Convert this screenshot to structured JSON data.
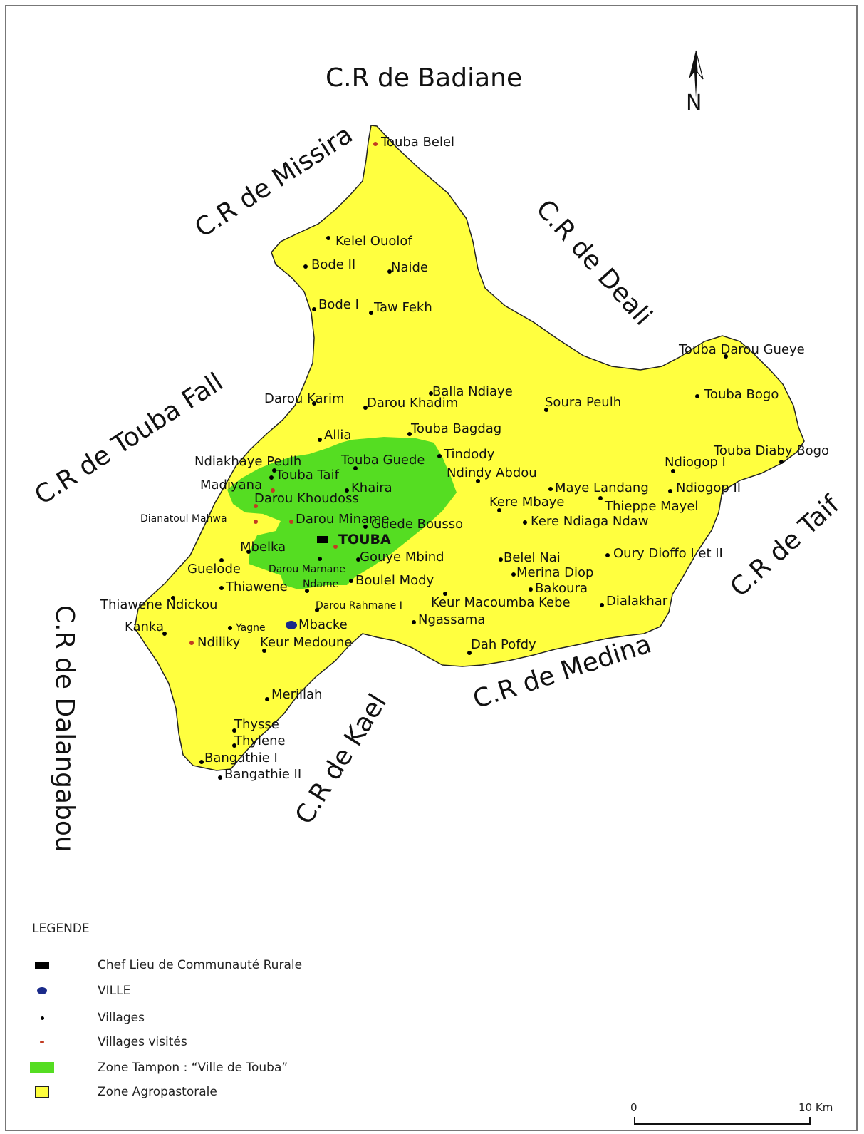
{
  "colors": {
    "agro": "#FFFF3F",
    "buffer": "#55DD22",
    "village_dot": "#000000",
    "visited_dot": "#C23B22",
    "city": "#1A2A8A",
    "chef_lieu": "#000000"
  },
  "neighbors": [
    {
      "id": "badiane",
      "label": "C.R de Badiane"
    },
    {
      "id": "missira",
      "label": "C.R de Missira"
    },
    {
      "id": "deali",
      "label": "C.R de Deali"
    },
    {
      "id": "touba-fall",
      "label": "C.R de Touba Fall"
    },
    {
      "id": "taif",
      "label": "C.R de Taif"
    },
    {
      "id": "dalangabou",
      "label": "C.R de Dalangabou"
    },
    {
      "id": "medina",
      "label": "C.R de Medina"
    },
    {
      "id": "kael",
      "label": "C.R de Kael"
    }
  ],
  "north_label": "N",
  "places": [
    {
      "label": "Touba Belel",
      "type": "visited"
    },
    {
      "label": "Kelel Ouolof",
      "type": "village"
    },
    {
      "label": "Bode II",
      "type": "village"
    },
    {
      "label": "Naide",
      "type": "village"
    },
    {
      "label": "Bode I",
      "type": "village"
    },
    {
      "label": "Taw Fekh",
      "type": "village"
    },
    {
      "label": "Touba Darou Gueye",
      "type": "village"
    },
    {
      "label": "Balla Ndiaye",
      "type": "village"
    },
    {
      "label": "Darou Karim",
      "type": "village"
    },
    {
      "label": "Darou Khadim",
      "type": "village"
    },
    {
      "label": "Soura Peulh",
      "type": "village"
    },
    {
      "label": "Touba Bogo",
      "type": "village"
    },
    {
      "label": "Touba Bagdag",
      "type": "village"
    },
    {
      "label": "Allia",
      "type": "village"
    },
    {
      "label": "Touba Diaby Bogo",
      "type": "village"
    },
    {
      "label": "Tindody",
      "type": "village"
    },
    {
      "label": "Touba Guede",
      "type": "village"
    },
    {
      "label": "Ndiakhaye Peulh",
      "type": "village"
    },
    {
      "label": "Ndiogop I",
      "type": "village"
    },
    {
      "label": "Ndindy Abdou",
      "type": "village"
    },
    {
      "label": "Touba Taif",
      "type": "village"
    },
    {
      "label": "Madiyana",
      "type": "visited"
    },
    {
      "label": "Khaira",
      "type": "village"
    },
    {
      "label": "Maye Landang",
      "type": "village"
    },
    {
      "label": "Ndiogop II",
      "type": "village"
    },
    {
      "label": "Darou Khoudoss",
      "type": "visited"
    },
    {
      "label": "Kere Mbaye",
      "type": "village"
    },
    {
      "label": "Thieppe Mayel",
      "type": "village"
    },
    {
      "label": "Dianatoul Mahwa",
      "type": "visited"
    },
    {
      "label": "Darou Minamе",
      "type": "visited"
    },
    {
      "label": "Guede Bousso",
      "type": "village"
    },
    {
      "label": "Kere Ndiaga Ndaw",
      "type": "village"
    },
    {
      "label": "Mbelka",
      "type": "village"
    },
    {
      "label": "TOUBA",
      "type": "visited"
    },
    {
      "label": "Oury Dioffo I et II",
      "type": "village"
    },
    {
      "label": "Guelode",
      "type": "village"
    },
    {
      "label": "Darou Marnane",
      "type": "village"
    },
    {
      "label": "Gouye Mbind",
      "type": "village"
    },
    {
      "label": "Belel Nai",
      "type": "village"
    },
    {
      "label": "Merina Diop",
      "type": "village"
    },
    {
      "label": "Thiawene",
      "type": "village"
    },
    {
      "label": "Ndame",
      "type": "village"
    },
    {
      "label": "Boulel Mody",
      "type": "village"
    },
    {
      "label": "Bakoura",
      "type": "village"
    },
    {
      "label": "Thiawene Ndickou",
      "type": "village"
    },
    {
      "label": "Darou Rahmane I",
      "type": "village"
    },
    {
      "label": "Keur Macoumba Kebe",
      "type": "village"
    },
    {
      "label": "Dialakhar",
      "type": "village"
    },
    {
      "label": "Kanka",
      "type": "village"
    },
    {
      "label": "Yagne",
      "type": "village"
    },
    {
      "label": "Mbacke",
      "type": "city"
    },
    {
      "label": "Ngassama",
      "type": "village"
    },
    {
      "label": "Ndiliky",
      "type": "visited"
    },
    {
      "label": "Keur Medoune",
      "type": "village"
    },
    {
      "label": "Dah Pofdy",
      "type": "village"
    },
    {
      "label": "Merillah",
      "type": "village"
    },
    {
      "label": "Thysse",
      "type": "village"
    },
    {
      "label": "Thylene",
      "type": "village"
    },
    {
      "label": "Bangathie I",
      "type": "village"
    },
    {
      "label": "Bangathie II",
      "type": "village"
    }
  ],
  "legend": {
    "title": "LEGENDE",
    "items": [
      {
        "symbol": "chef_lieu",
        "label": "Chef Lieu de Communauté Rurale"
      },
      {
        "symbol": "city",
        "label": "VILLE"
      },
      {
        "symbol": "village",
        "label": "Villages"
      },
      {
        "symbol": "visited",
        "label": "Villages visités"
      },
      {
        "symbol": "buffer",
        "label": "Zone Tampon :  “Ville de Touba”"
      },
      {
        "symbol": "agro",
        "label": "Zone Agropastorale"
      }
    ]
  },
  "scale": {
    "start_label": "0",
    "end_label": "10 Km"
  }
}
